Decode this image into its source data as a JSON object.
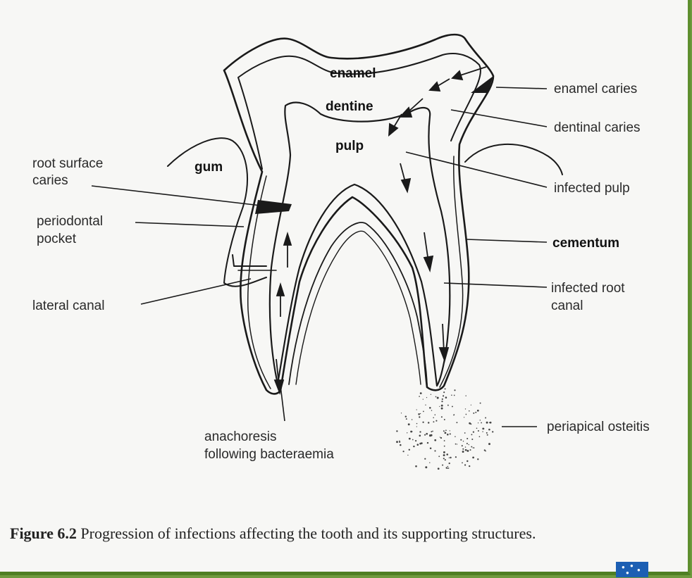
{
  "diagram": {
    "labels": {
      "enamel": "enamel",
      "dentine": "dentine",
      "pulp": "pulp",
      "gum": "gum",
      "enamel_caries": "enamel caries",
      "dentinal_caries": "dentinal caries",
      "infected_pulp": "infected pulp",
      "cementum": "cementum",
      "infected_root_canal_1": "infected root",
      "infected_root_canal_2": "canal",
      "periapical_osteitis": "periapical osteitis",
      "root_surface_caries_1": "root surface",
      "root_surface_caries_2": "caries",
      "periodontal_pocket_1": "periodontal",
      "periodontal_pocket_2": "pocket",
      "lateral_canal": "lateral canal",
      "anachoresis_1": "anachoresis",
      "anachoresis_2": "following bacteraemia"
    }
  },
  "caption": {
    "figure_number": "Figure 6.2",
    "text": "Progression of infections affecting the tooth and its supporting structures."
  },
  "colors": {
    "paper": "#f7f7f5",
    "ink": "#1a1a1a",
    "frame": "#6f9a3e",
    "corner_badge": "#1d5fb3"
  }
}
